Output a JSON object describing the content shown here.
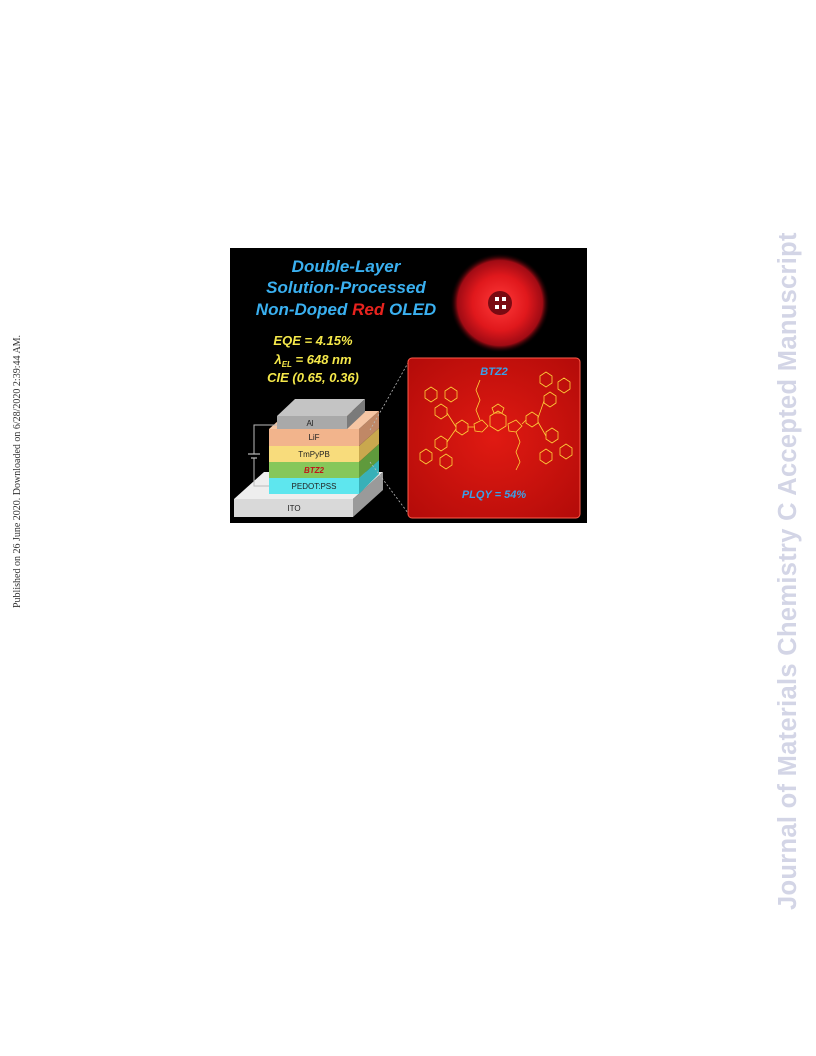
{
  "margin_left": "Published on 26 June 2020. Downloaded on 6/28/2020 2:39:44 AM.",
  "margin_right": "Journal of Materials Chemistry C Accepted Manuscript",
  "graphic": {
    "title_line1": "Double-Layer",
    "title_line2": "Solution-Processed",
    "title_line3_a": "Non-Doped ",
    "title_line3_red": "Red",
    "title_line3_b": " OLED",
    "eqe": "EQE = 4.15%",
    "lambda_symbol": "λ",
    "lambda_sub": "EL",
    "lambda_value": " = 648 nm",
    "cie": "CIE (0.65, 0.36)",
    "layers": [
      "Al",
      "LiF",
      "TmPyPB",
      "BTZ2",
      "PEDOT:PSS",
      "ITO"
    ],
    "molecule_label": "BTZ2",
    "plqy": "PLQY = 54%",
    "colors": {
      "title_blue": "#3ab0f0",
      "title_red": "#e8231e",
      "metrics_yellow": "#f5e84a",
      "panel_red": "#d5140e",
      "layer_al": "#a9a9a9",
      "layer_lif": "#f2b48c",
      "layer_tmpypb": "#f8dc7c",
      "layer_btz2": "#86c75a",
      "layer_pedot": "#5ee6ee",
      "layer_ito": "#d9d9d9"
    }
  }
}
